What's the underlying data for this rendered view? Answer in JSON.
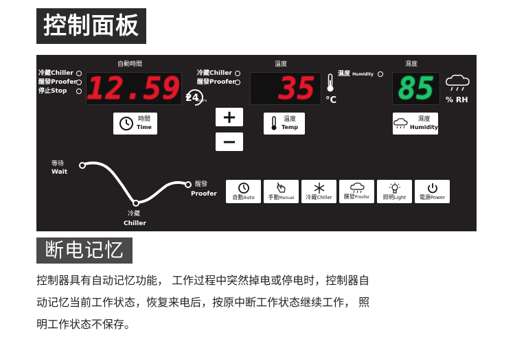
{
  "title_main": "控制面板",
  "title_memory": "断电记忆",
  "description_lines": [
    "控制器具有自动记忆功能， 工作过程中突然掉电或停电时，控制器自",
    "动记忆当前工作状态，恢复来电后，按原中断工作状态继续工作， 照",
    "明工作状态不保存。"
  ],
  "panel": {
    "time_section": {
      "header": "自動時間",
      "modes": [
        {
          "label": "冷藏Chiller"
        },
        {
          "label": "醒發Proofer"
        },
        {
          "label": "停止Stop"
        }
      ],
      "display_value": "12.59",
      "badge_24": "24",
      "badge_hours": "hours",
      "button_cn": "時間",
      "button_en": "Time"
    },
    "temp_section": {
      "header": "溫度",
      "modes": [
        {
          "label": "冷藏Chiller"
        },
        {
          "label": "醒發Proofer"
        }
      ],
      "display_value": "35",
      "unit": "°C",
      "button_cn": "溫度",
      "button_en": "Temp"
    },
    "humidity_section": {
      "header": "濕度",
      "indicator_label_cn": "濕度",
      "indicator_label_en": "Humidity",
      "display_value": "85",
      "unit": "% RH",
      "button_cn": "濕度",
      "button_en": "Humidity"
    },
    "plus_label": "+",
    "minus_label": "−",
    "curve": {
      "wait_cn": "等待",
      "wait_en": "Wait",
      "chiller_cn": "冷藏",
      "chiller_en": "Chiller",
      "proofer_cn": "醒發",
      "proofer_en": "Proofer"
    },
    "function_buttons": [
      {
        "cn": "自動",
        "en": "Auto",
        "icon": "clock-icon"
      },
      {
        "cn": "手動",
        "en": "Manual",
        "icon": "hand-icon"
      },
      {
        "cn": "冷藏",
        "en": "Chiller",
        "icon": "snowflake-icon"
      },
      {
        "cn": "醒發",
        "en": "Proofer",
        "icon": "cloud-icon"
      },
      {
        "cn": "照明",
        "en": "Light",
        "icon": "bulb-icon"
      },
      {
        "cn": "電源",
        "en": "Power",
        "icon": "power-icon"
      }
    ]
  },
  "colors": {
    "panel_bg": "#231f20",
    "led_red": "#e3172b",
    "led_green": "#1ec36a"
  }
}
